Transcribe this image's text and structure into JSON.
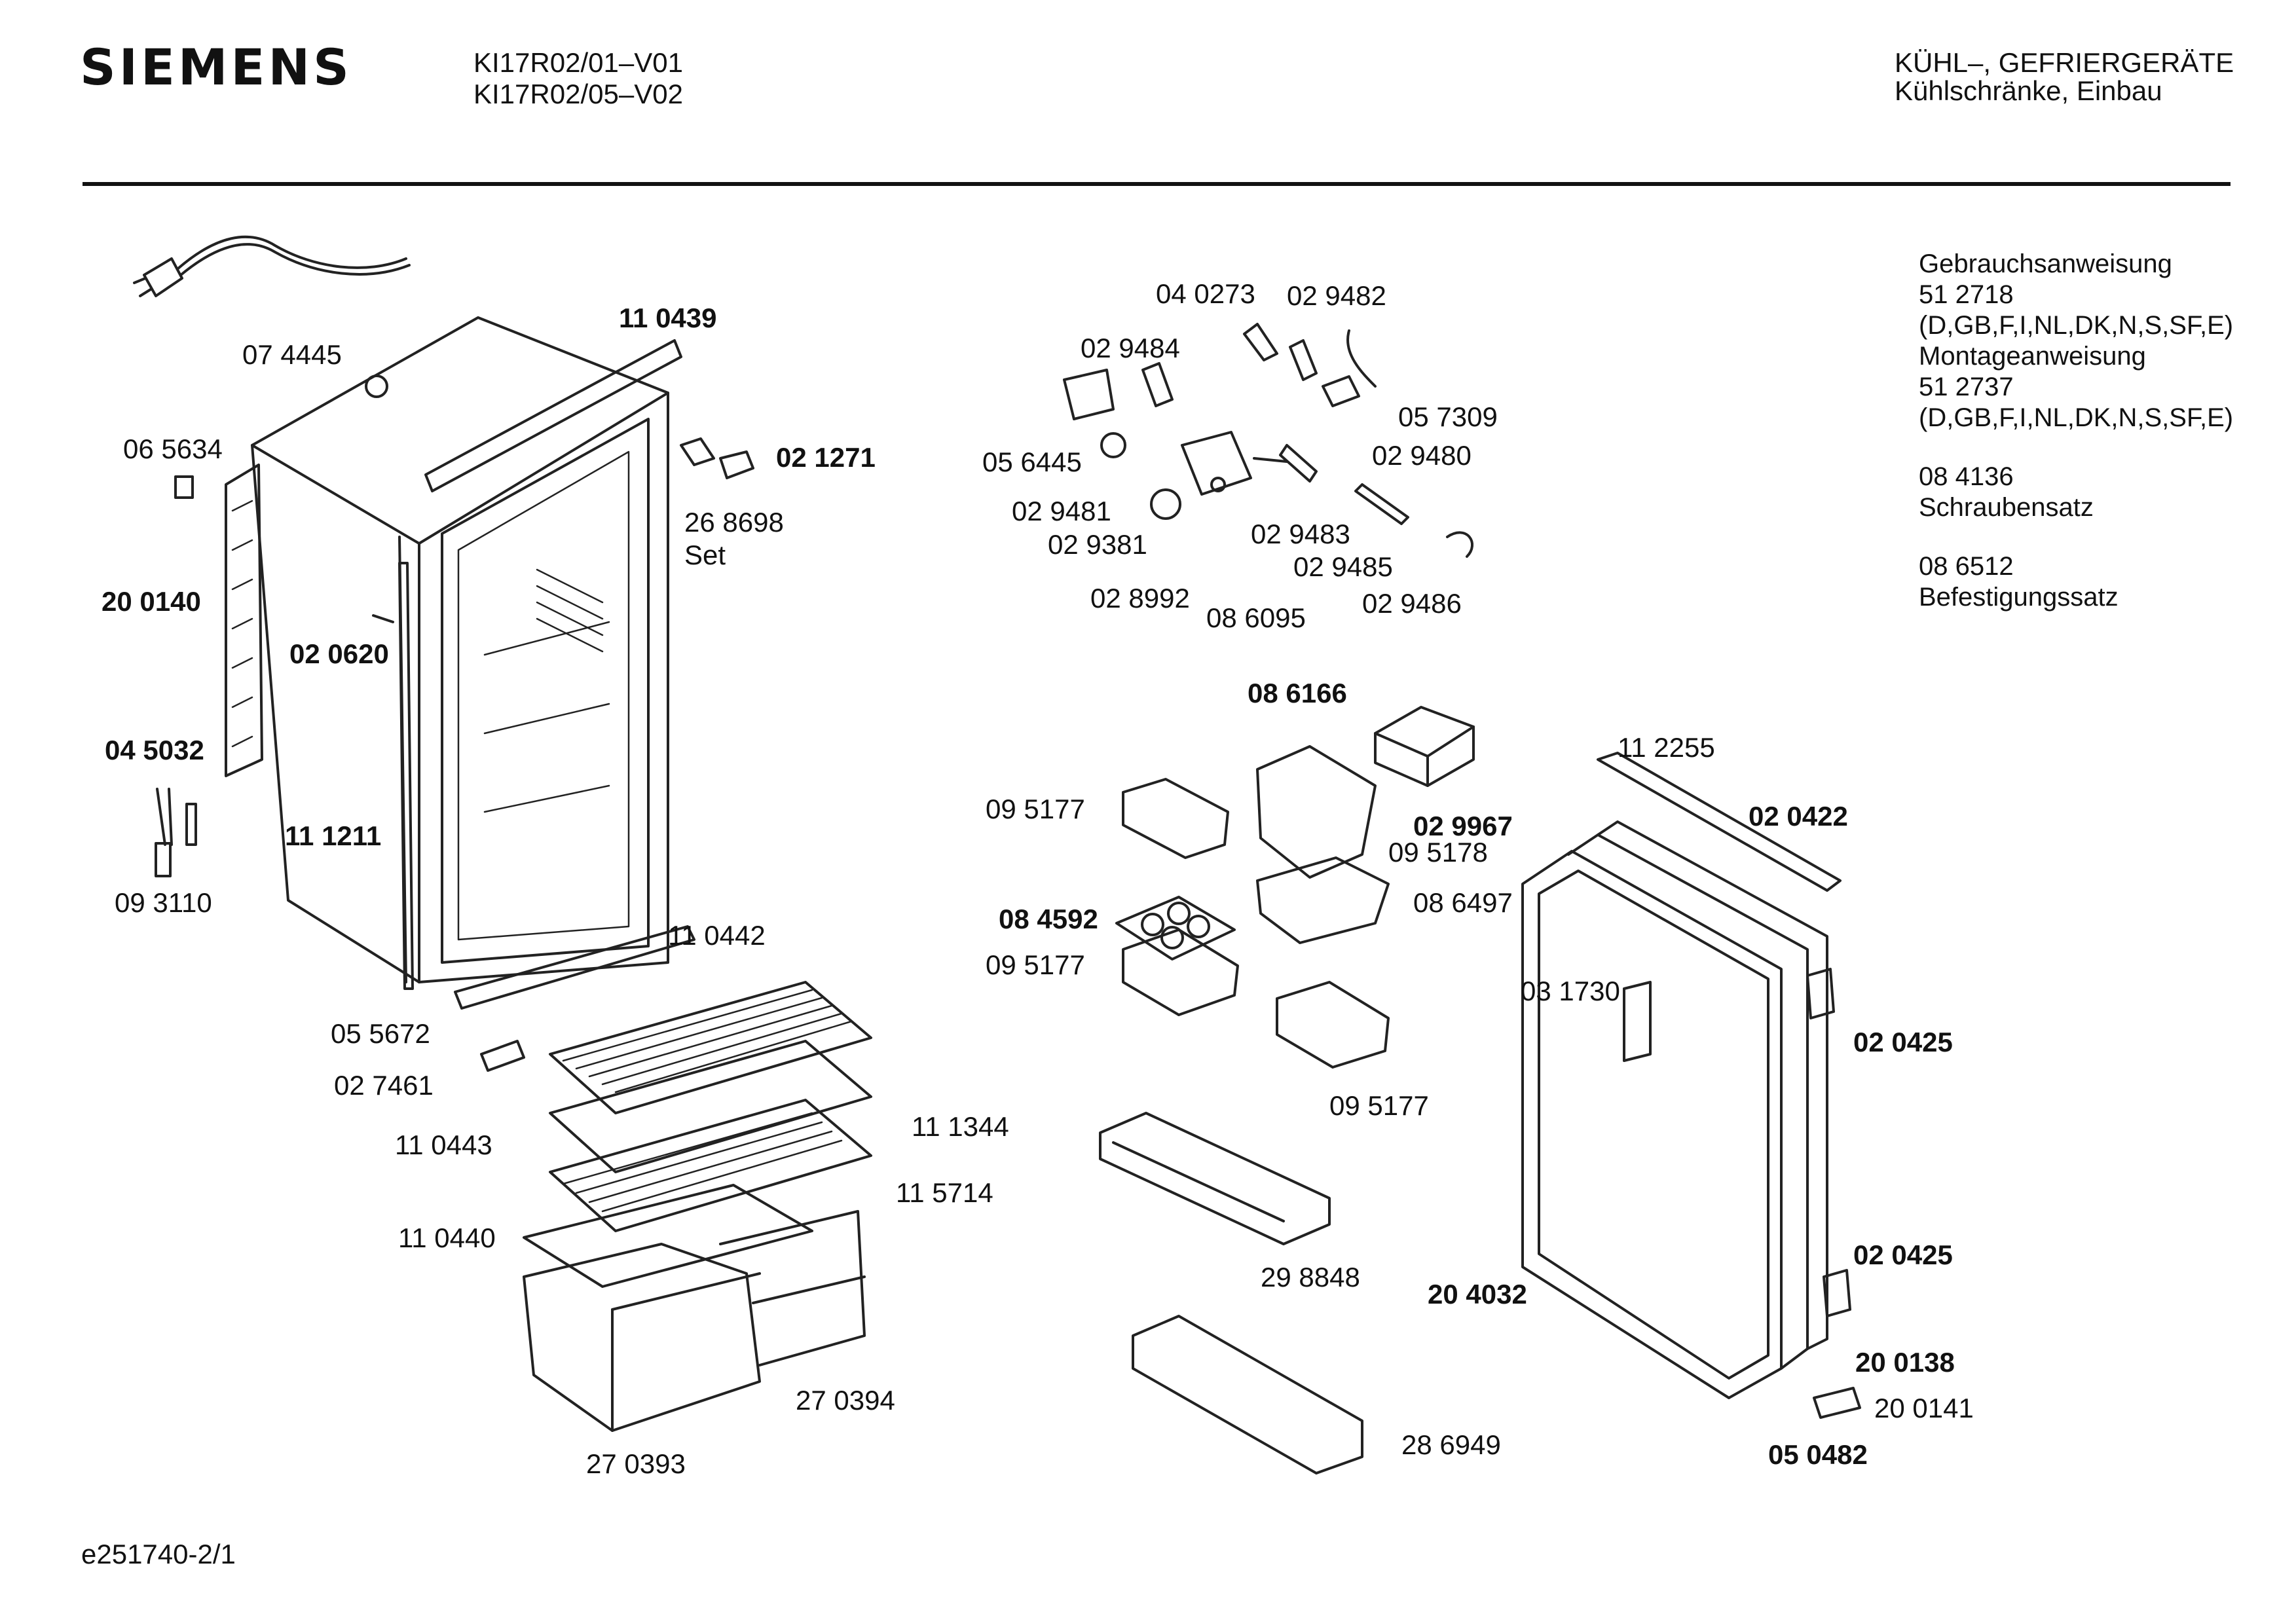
{
  "header": {
    "brand": "SIEMENS",
    "model_1": "KI17R02/01–V01",
    "model_2": "KI17R02/05–V02",
    "category_1": "KÜHL–, GEFRIERGERÄTE",
    "category_2": "Kühlschränke, Einbau"
  },
  "documents": {
    "manual_title": "Gebrauchsanweisung",
    "manual_no": "51 2718",
    "manual_langs": "(D,GB,F,I,NL,DK,N,S,SF,E)",
    "install_title": "Montageanweisung",
    "install_no": "51 2737",
    "install_langs": "(D,GB,F,I,NL,DK,N,S,SF,E)",
    "screws_no": "08 4136",
    "screws_title": "Schraubensatz",
    "fixing_no": "08 6512",
    "fixing_title": "Befestigungssatz"
  },
  "parts": {
    "p074445": "07 4445",
    "p110439": "11 0439",
    "p065634": "06 5634",
    "p021271": "02 1271",
    "p268698": "26 8698",
    "set": "Set",
    "p200140": "20 0140",
    "p020620": "02 0620",
    "p045032": "04 5032",
    "p111211": "11 1211",
    "p093110": "09 3110",
    "p110442": "11 0442",
    "p055672": "05 5672",
    "p027461": "02 7461",
    "p110443": "11 0443",
    "p111344": "11 1344",
    "p115714": "11 5714",
    "p110440": "11 0440",
    "p270394": "27 0394",
    "p270393": "27 0393",
    "p040273": "04 0273",
    "p029482": "02 9482",
    "p029484": "02 9484",
    "p057309": "05 7309",
    "p056445": "05 6445",
    "p029480": "02 9480",
    "p029481": "02 9481",
    "p029483": "02 9483",
    "p029381": "02 9381",
    "p029485": "02 9485",
    "p028992": "02 8992",
    "p086095": "08 6095",
    "p029486": "02 9486",
    "p086166": "08 6166",
    "p095177a": "09 5177",
    "p029967": "02 9967",
    "p095178": "09 5178",
    "p086497": "08 6497",
    "p084592": "08 4592",
    "p095177b": "09 5177",
    "p095177c": "09 5177",
    "p298848": "29 8848",
    "p286949": "28 6949",
    "p112255": "11 2255",
    "p020422": "02 0422",
    "p031730": "03 1730",
    "p020425a": "02 0425",
    "p020425b": "02 0425",
    "p204032": "20 4032",
    "p200138": "20 0138",
    "p200141": "20 0141",
    "p050482": "05 0482"
  },
  "footer": {
    "drawing_id": "e251740-2/1"
  }
}
